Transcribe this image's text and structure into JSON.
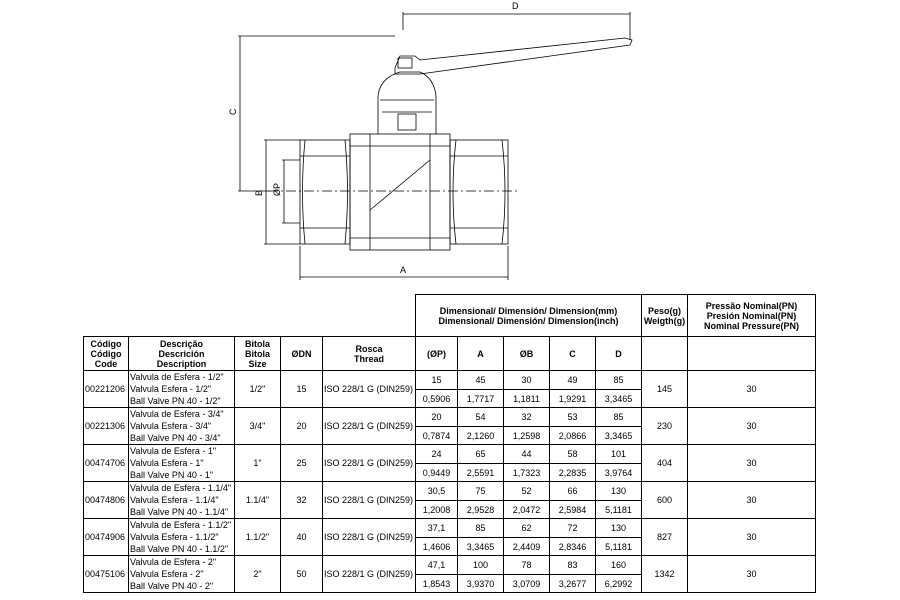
{
  "drawing": {
    "dimension_labels": {
      "A": "A",
      "B": "B",
      "C": "C",
      "D": "D",
      "P": "ØP"
    }
  },
  "table": {
    "header_dimensional": [
      "Dimensional/ Dimensión/ Dimension(mm)",
      "Dimensional/ Dimensión/ Dimension(inch)"
    ],
    "header_weight": [
      "Peso(g)",
      "Weigth(g)"
    ],
    "header_pressure": [
      "Pressão Nominal(PN)",
      "Presión Nominal(PN)",
      "Nominal Pressure(PN)"
    ],
    "header_code": [
      "Código",
      "Código",
      "Code"
    ],
    "header_description": [
      "Descrição",
      "Descrición",
      "Description"
    ],
    "header_size": [
      "Bitola",
      "Bitola",
      "Size"
    ],
    "header_dn": "ØDN",
    "header_thread": [
      "Rosca",
      "Thread"
    ],
    "header_p": "(ØP)",
    "header_a": "A",
    "header_b": "ØB",
    "header_c": "C",
    "header_d": "D",
    "rows": [
      {
        "code": "00221206",
        "desc": [
          "Valvula de Esfera - 1/2\"",
          "Valvula Esfera - 1/2\"",
          "Ball Valve PN 40 - 1/2\""
        ],
        "size": "1/2\"",
        "dn": "15",
        "thread": "ISO 228/1 G (DIN259)",
        "p_mm": "15",
        "p_in": "0,5906",
        "a_mm": "45",
        "a_in": "1,7717",
        "b_mm": "30",
        "b_in": "1,1811",
        "c_mm": "49",
        "c_in": "1,9291",
        "d_mm": "85",
        "d_in": "3,3465",
        "weight": "145",
        "pn": "30"
      },
      {
        "code": "00221306",
        "desc": [
          "Valvula de Esfera - 3/4\"",
          "Valvula Esfera - 3/4\"",
          "Ball Valve PN 40 - 3/4\""
        ],
        "size": "3/4\"",
        "dn": "20",
        "thread": "ISO 228/1 G (DIN259)",
        "p_mm": "20",
        "p_in": "0,7874",
        "a_mm": "54",
        "a_in": "2,1260",
        "b_mm": "32",
        "b_in": "1,2598",
        "c_mm": "53",
        "c_in": "2,0866",
        "d_mm": "85",
        "d_in": "3,3465",
        "weight": "230",
        "pn": "30"
      },
      {
        "code": "00474706",
        "desc": [
          "Valvula de Esfera - 1\"",
          "Valvula Esfera - 1\"",
          "Ball Valve PN 40 - 1\""
        ],
        "size": "1\"",
        "dn": "25",
        "thread": "ISO 228/1 G (DIN259)",
        "p_mm": "24",
        "p_in": "0,9449",
        "a_mm": "65",
        "a_in": "2,5591",
        "b_mm": "44",
        "b_in": "1,7323",
        "c_mm": "58",
        "c_in": "2,2835",
        "d_mm": "101",
        "d_in": "3,9764",
        "weight": "404",
        "pn": "30"
      },
      {
        "code": "00474806",
        "desc": [
          "Valvula de Esfera - 1.1/4\"",
          "Valvula Esfera - 1.1/4\"",
          "Ball Valve PN 40 - 1.1/4\""
        ],
        "size": "1.1/4\"",
        "dn": "32",
        "thread": "ISO 228/1 G (DIN259)",
        "p_mm": "30,5",
        "p_in": "1,2008",
        "a_mm": "75",
        "a_in": "2,9528",
        "b_mm": "52",
        "b_in": "2,0472",
        "c_mm": "66",
        "c_in": "2,5984",
        "d_mm": "130",
        "d_in": "5,1181",
        "weight": "600",
        "pn": "30"
      },
      {
        "code": "00474906",
        "desc": [
          "Valvula de Esfera - 1.1/2\"",
          "Valvula Esfera - 1.1/2\"",
          "Ball Valve PN 40 - 1.1/2\""
        ],
        "size": "1.1/2\"",
        "dn": "40",
        "thread": "ISO 228/1 G (DIN259)",
        "p_mm": "37,1",
        "p_in": "1,4606",
        "a_mm": "85",
        "a_in": "3,3465",
        "b_mm": "62",
        "b_in": "2,4409",
        "c_mm": "72",
        "c_in": "2,8346",
        "d_mm": "130",
        "d_in": "5,1181",
        "weight": "827",
        "pn": "30"
      },
      {
        "code": "00475106",
        "desc": [
          "Valvula de Esfera - 2\"",
          "Valvula Esfera - 2\"",
          "Ball Valve PN 40 - 2\""
        ],
        "size": "2\"",
        "dn": "50",
        "thread": "ISO 228/1 G (DIN259)",
        "p_mm": "47,1",
        "p_in": "1,8543",
        "a_mm": "100",
        "a_in": "3,9370",
        "b_mm": "78",
        "b_in": "3,0709",
        "c_mm": "83",
        "c_in": "3,2677",
        "d_mm": "160",
        "d_in": "6,2992",
        "weight": "1342",
        "pn": "30"
      }
    ]
  }
}
